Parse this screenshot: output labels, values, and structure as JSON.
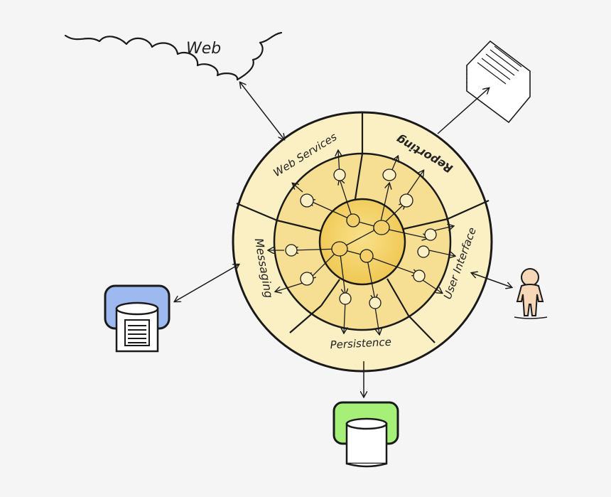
{
  "colors": {
    "background": "#f5f5f5",
    "outer_ring": "#fbefc4",
    "middle_ring": "#f6df93",
    "core": "#f0cc58",
    "ink": "#1a1a1a",
    "database_blue": "#9db9f0",
    "database_green": "#a6f07a",
    "person": "#f6d7b8"
  },
  "labels": {
    "web": "Web",
    "web_services": "Web Services",
    "reporting": "Reporting",
    "messaging": "Messaging",
    "user_interface": "User Interface",
    "persistence": "Persistence"
  },
  "icons": {
    "cloud": "cloud-icon",
    "documents": "document-stack-icon",
    "database_blue": "database-icon",
    "database_green": "database-icon",
    "user": "person-icon"
  }
}
